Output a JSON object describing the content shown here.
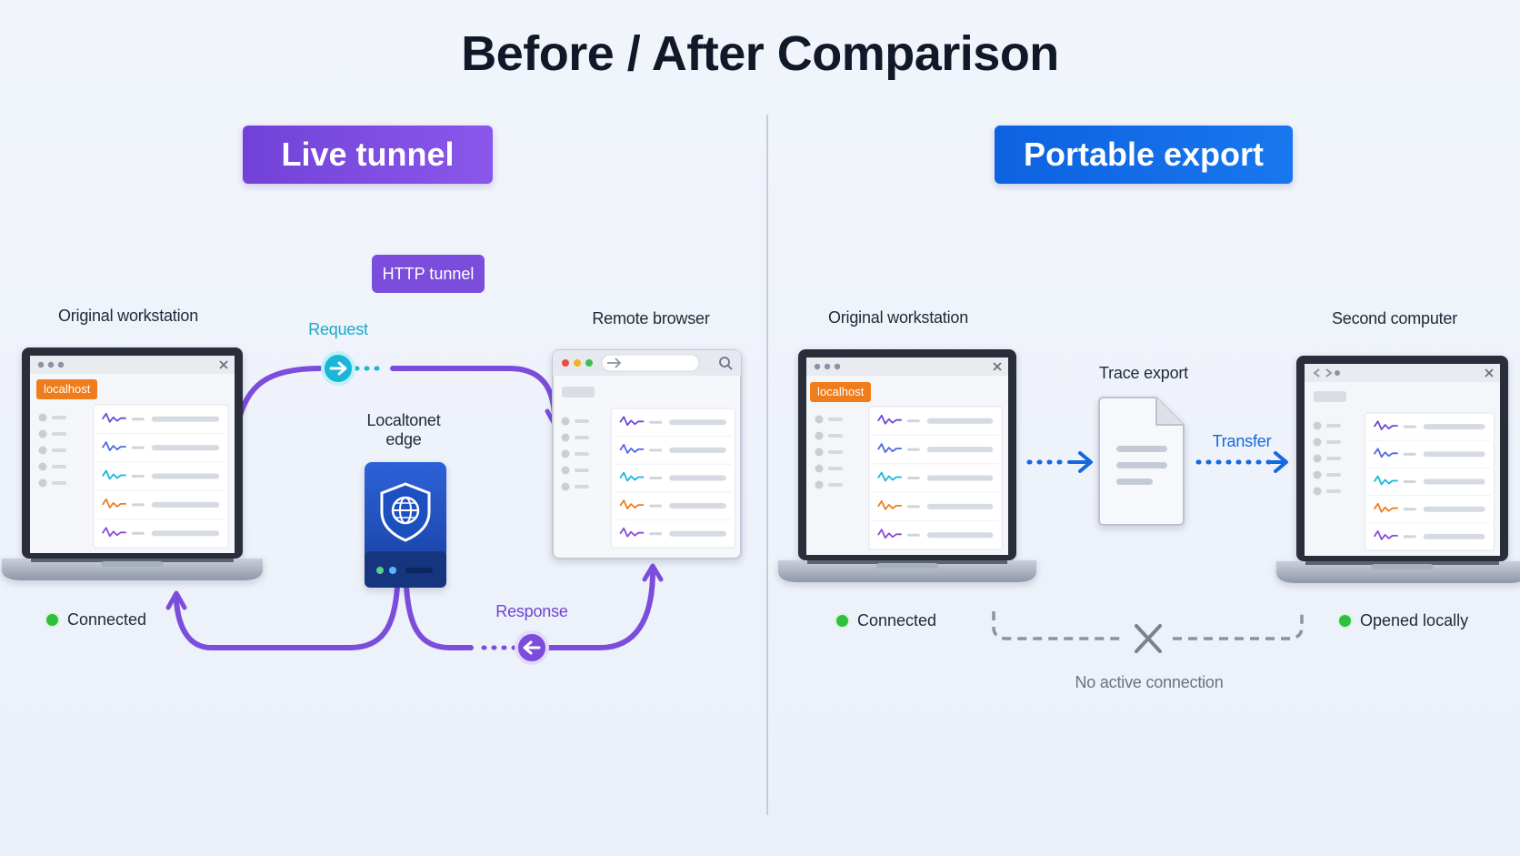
{
  "title": "Before / After Comparison",
  "colors": {
    "purple": "#7c4ddd",
    "blue": "#1468e0",
    "cyan": "#1ab6d8",
    "orange": "#f07d1b",
    "green": "#2fbf3f"
  },
  "left": {
    "header": "Live tunnel",
    "chip": "HTTP tunnel",
    "workstation_label": "Original workstation",
    "browser_label": "Remote browser",
    "edge_label_line1": "Localtonet",
    "edge_label_line2": "edge",
    "request_label": "Request",
    "response_label": "Response",
    "localhost_tag": "localhost",
    "status": "Connected",
    "edge_icon": "shield-globe-icon"
  },
  "right": {
    "header": "Portable export",
    "workstation_label": "Original workstation",
    "export_label": "Trace export",
    "transfer_label": "Transfer",
    "second_label": "Second computer",
    "localhost_tag": "localhost",
    "status_left": "Connected",
    "status_right": "Opened locally",
    "no_connection": "No active connection",
    "doc_icon": "document-icon"
  }
}
